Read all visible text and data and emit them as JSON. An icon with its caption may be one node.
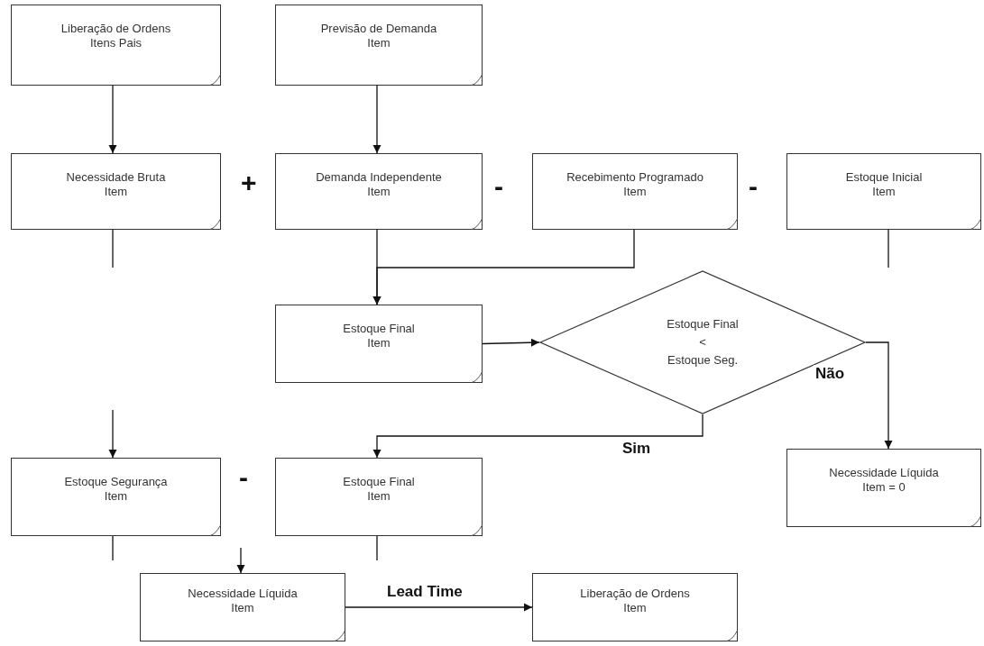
{
  "diagram": {
    "nodes": [
      {
        "text": [
          "Liberação de Ordens",
          "Itens Pais"
        ]
      },
      {
        "text": [
          "Previsão de Demanda",
          "Item"
        ]
      },
      {
        "text": [
          "Necessidade Bruta",
          "Item"
        ]
      },
      {
        "text": [
          "Demanda Independente",
          "Item"
        ]
      },
      {
        "text": [
          "Recebimento Programado",
          "Item"
        ]
      },
      {
        "text": [
          "Estoque Inicial",
          "Item"
        ]
      },
      {
        "text": [
          "Estoque Final",
          "Item"
        ]
      },
      {
        "text": [
          "Estoque Final",
          "<",
          "Estoque Seg."
        ]
      },
      {
        "text": [
          "Estoque Segurança",
          "Item"
        ]
      },
      {
        "text": [
          "Estoque Final",
          "Item"
        ]
      },
      {
        "text": [
          "Necessidade Líquida",
          "Item = 0"
        ]
      },
      {
        "text": [
          "Necessidade Líquida",
          "Item"
        ]
      },
      {
        "text": [
          "Liberação de Ordens",
          "Item"
        ]
      }
    ],
    "edges": [
      {
        "from": 0,
        "to": 2,
        "arrow": "to"
      },
      {
        "from": 1,
        "to": 3,
        "arrow": "to"
      },
      {
        "from": 3,
        "to": 6,
        "arrow": "to"
      },
      {
        "from": 4,
        "to": 6,
        "arrow": "to"
      },
      {
        "from": 6,
        "to": 7,
        "arrow": "to"
      },
      {
        "from": 7,
        "to": 9,
        "arrow": "to",
        "label": "Sim"
      },
      {
        "from": 7,
        "to": 10,
        "arrow": "to",
        "label": "Não"
      },
      {
        "from": 11,
        "to": 12,
        "arrow": "to",
        "label": "Lead Time"
      },
      {
        "from": 2,
        "to": null,
        "arrow": "none"
      },
      {
        "from": null,
        "to": 8,
        "arrow": "to"
      },
      {
        "from": 5,
        "to": null,
        "arrow": "none"
      },
      {
        "from": 8,
        "to": null,
        "arrow": "none"
      },
      {
        "from": 9,
        "to": null,
        "arrow": "none"
      },
      {
        "from": null,
        "to": 11,
        "arrow": "to"
      }
    ],
    "labels": [
      "+",
      "-",
      "-",
      "-"
    ]
  }
}
